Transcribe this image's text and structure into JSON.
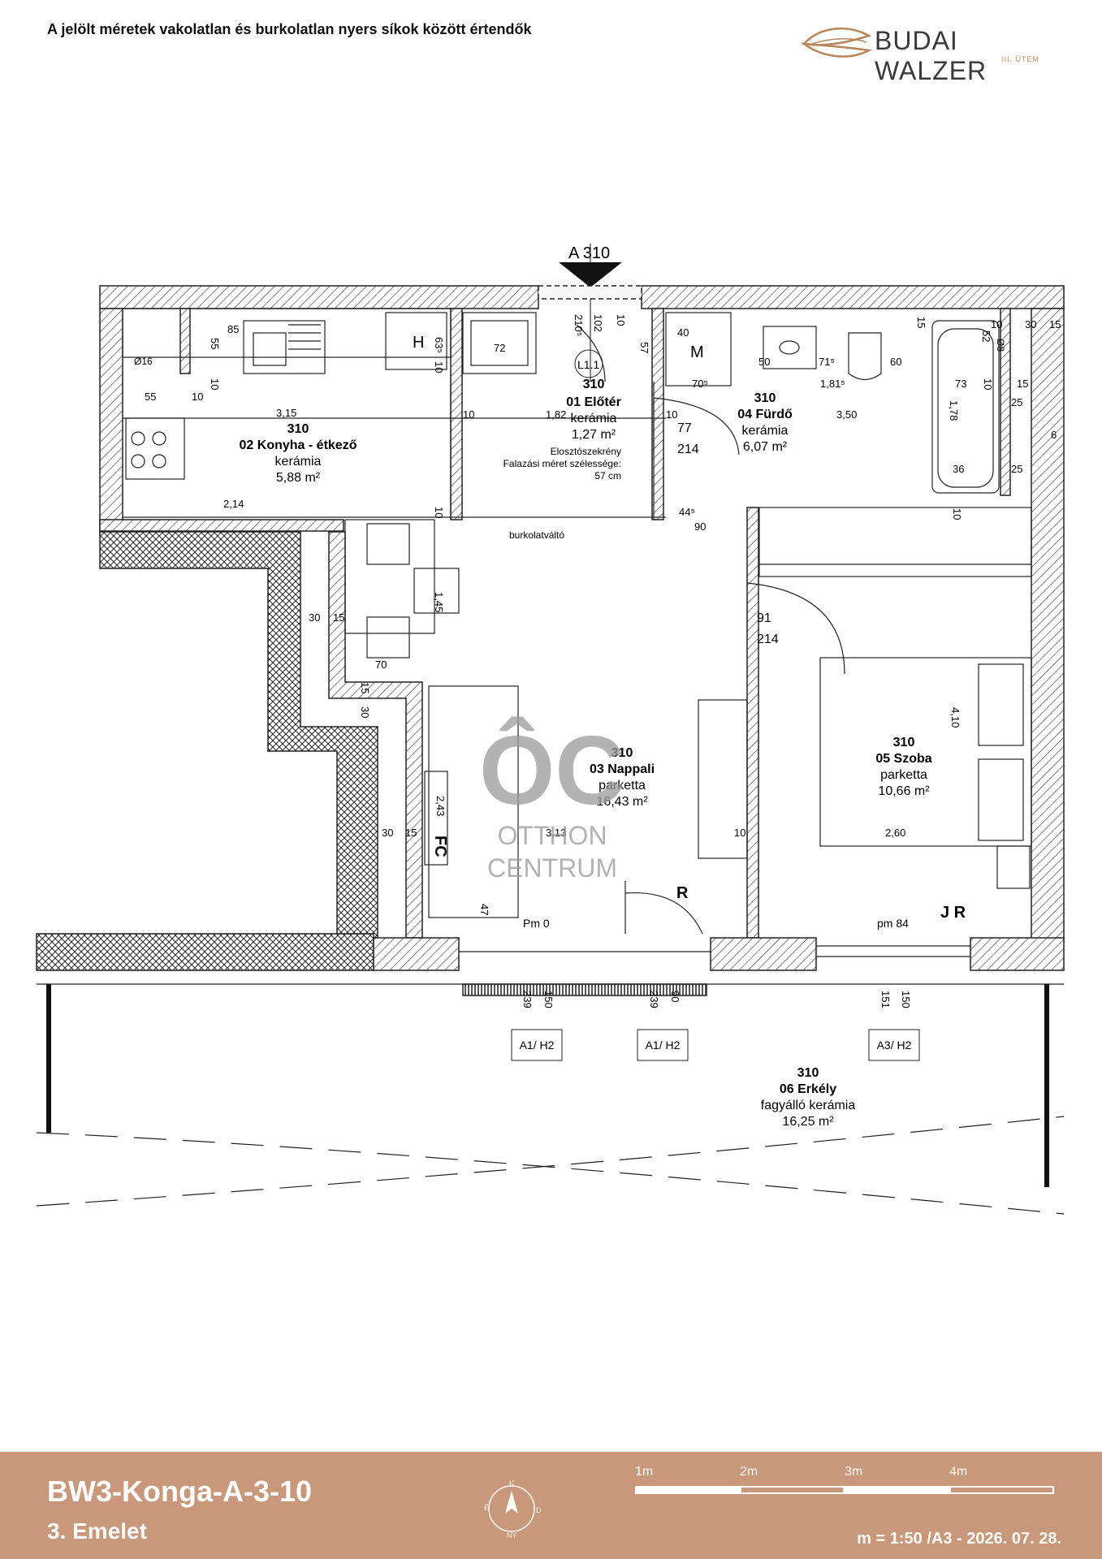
{
  "header": {
    "note": "A jelölt méretek vakolatlan és burkolatlan nyers síkok között értendők",
    "brand_name": "BUDAI WALZER",
    "brand_sub": "III. ÜTEM"
  },
  "section_marker": "A 310",
  "rooms": [
    {
      "level": "310",
      "name": "01 Előtér",
      "floor": "kerámia",
      "area": "1,27 m²"
    },
    {
      "level": "310",
      "name": "02 Konyha - étkező",
      "floor": "kerámia",
      "area": "5,88 m²"
    },
    {
      "level": "310",
      "name": "03 Nappali",
      "floor": "parketta",
      "area": "16,43 m²"
    },
    {
      "level": "310",
      "name": "04 Fürdő",
      "floor": "kerámia",
      "area": "6,07 m²"
    },
    {
      "level": "310",
      "name": "05 Szoba",
      "floor": "parketta",
      "area": "10,66 m²"
    },
    {
      "level": "310",
      "name": "06 Erkély",
      "floor": "fagyálló kerámia",
      "area": "16,25 m²"
    }
  ],
  "notes": {
    "distribution_box_1": "Elosztószekrény",
    "distribution_box_2": "Falazási méret szélessége:",
    "distribution_box_3": "57 cm",
    "floor_transition": "burkolatváltó"
  },
  "symbols": {
    "H": "H",
    "M": "M",
    "R": "R",
    "FC": "FC",
    "JR": "J R",
    "L11": "L1.1",
    "pm0": "Pm 0",
    "pm84": "pm 84",
    "phi16": "Ø16",
    "phi8": "Ø8"
  },
  "window_tags": [
    "A1/ H2",
    "A1/ H2",
    "A3/ H2"
  ],
  "dimensions": {
    "k85": "85",
    "k55a": "55",
    "k10a": "10",
    "k55b": "55",
    "k10b": "10",
    "k315": "3,15",
    "k214": "2,14",
    "k63": "63⁵",
    "k10c": "10",
    "k72": "72",
    "k210": "210⁵",
    "k102": "102",
    "k10d": "10",
    "k57": "57",
    "k182": "1,82",
    "k10e": "10",
    "k10f": "10",
    "k77": "77",
    "k214d": "214",
    "k40": "40",
    "k50": "50",
    "k715": "71⁵",
    "k60": "60",
    "k705": "70⁵",
    "k1815": "1,81⁵",
    "k350": "3,50",
    "k73": "73",
    "k10g": "10",
    "k178": "1,78",
    "k36": "36",
    "k25a": "25",
    "k25b": "25",
    "k15a": "15",
    "k10h": "10",
    "k30a": "30",
    "k15b": "15",
    "k52": "52",
    "k6": "6",
    "k445": "44⁵",
    "k90": "90",
    "k10i": "10",
    "k145": "1,45",
    "k30b": "30",
    "k15c": "15",
    "k70": "70",
    "k15d": "15",
    "k30c": "30",
    "k91": "91",
    "k214e": "214",
    "k410": "4,10",
    "k243": "2,43",
    "k30d": "30",
    "k15e": "15",
    "k313": "3,13",
    "k10j": "10",
    "k260": "2,60",
    "k47": "47",
    "k10k": "10",
    "k15f": "15",
    "w239a": "239",
    "w150a": "150",
    "w239b": "239",
    "w90": "90",
    "w151": "151",
    "w150b": "150"
  },
  "watermark": {
    "logo": "ÔC",
    "line1": "OTTHON",
    "line2": "CENTRUM"
  },
  "footer": {
    "code": "BW3-Konga-A-3-10",
    "floor": "3. Emelet",
    "scale_labels": [
      "1m",
      "2m",
      "3m",
      "4m"
    ],
    "scale_text": "m = 1:50 /A3 - 2026. 07. 28.",
    "compass_letters": [
      "K",
      "É",
      "D",
      "NY"
    ]
  },
  "colors": {
    "footer_bg": "#c9977a",
    "brand_accent": "#b8865a",
    "wall": "#222222"
  }
}
